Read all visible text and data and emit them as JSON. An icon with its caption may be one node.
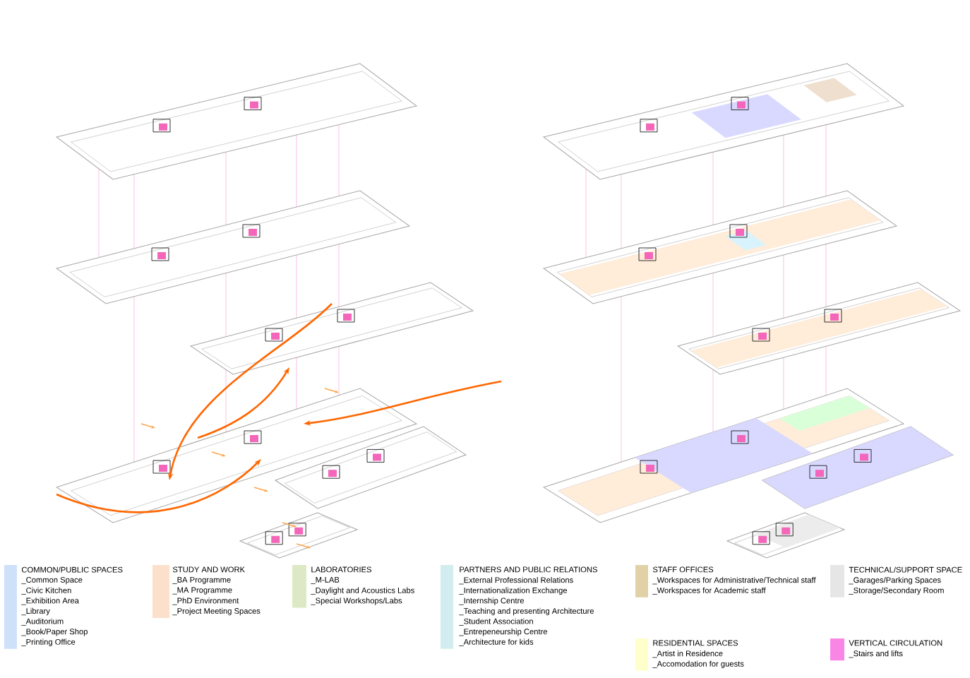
{
  "diagram": {
    "legend": [
      {
        "text": "COMMON/PUBLIC SPACES",
        "color": "#cfe0fb"
      },
      {
        "text": "STUDY AND WORK",
        "color": "#fde0cc"
      },
      {
        "text": "LABORATORIES",
        "color": "#dde9c4"
      },
      {
        "text": "PARTNERS AND PUBLIC RELATIONS",
        "color": "#d3ecef"
      },
      {
        "text": "STAFF OFFICES",
        "color": "#e0d2a6"
      },
      {
        "text": "RESIDENTIAL SPACES",
        "color": "#ffffcc"
      },
      {
        "text": "TECHNICAL/SUPPORT SPACE",
        "color": "#e6e6e6"
      },
      {
        "text": "VERTICAL CIRCULATION",
        "color": "#f985e5"
      }
    ],
    "labels": [
      "_Common Space",
      "_Civic Kitchen",
      "_Exhibition Area",
      "_Library",
      "_Auditorium",
      "_Book/Paper Shop",
      "_Printing Office",
      "_BA Programme",
      "_MA Programme",
      "_PhD Environment",
      "_Project Meeting Spaces",
      "_M-LAB",
      "_Daylight and Acoustics Labs",
      "_Special Workshops/Labs",
      "_External Professional Relations",
      "_Internationalization Exchange",
      "_Internship Centre",
      "_Teaching and presenting Architecture",
      "_Student Association",
      "_Entrepeneurship Centre",
      "_Architecture for kids",
      "_Workspaces for Administrative/Technical staff",
      "_Workspaces for Academic staff",
      "_Artist in Residence",
      "_Accomodation for guests",
      "_Garages/Parking Spaces",
      "_Storage/Secondary Room",
      "_Stairs and lifts"
    ]
  }
}
